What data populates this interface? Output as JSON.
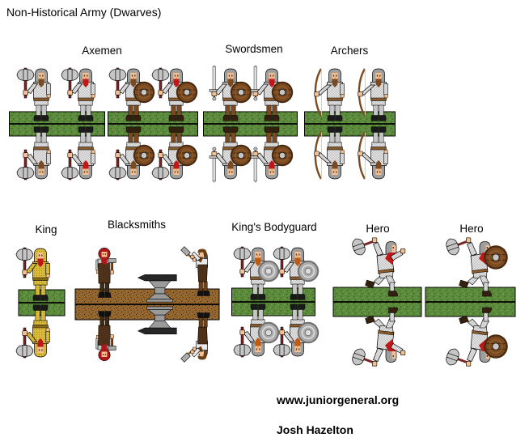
{
  "title": "Non-Historical Army (Dwarves)",
  "units": [
    {
      "key": "axemen",
      "label": "Axemen",
      "stands": 2,
      "figures_per_stand": 2,
      "base": "grass"
    },
    {
      "key": "swordsmen",
      "label": "Swordsmen",
      "stands": 1,
      "figures_per_stand": 2,
      "base": "grass"
    },
    {
      "key": "archers",
      "label": "Archers",
      "stands": 1,
      "figures_per_stand": 2,
      "base": "grass"
    },
    {
      "key": "king",
      "label": "King",
      "stands": 1,
      "figures_per_stand": 1,
      "base": "grass"
    },
    {
      "key": "blacksmiths",
      "label": "Blacksmiths",
      "stands": 1,
      "figures_per_stand": 2,
      "base": "dirt"
    },
    {
      "key": "kings_bodyguard",
      "label": "King's Bodyguard",
      "stands": 1,
      "figures_per_stand": 2,
      "base": "grass"
    },
    {
      "key": "hero_1",
      "label": "Hero",
      "stands": 1,
      "figures_per_stand": 1,
      "base": "grass"
    },
    {
      "key": "hero_2",
      "label": "Hero",
      "stands": 1,
      "figures_per_stand": 1,
      "base": "grass"
    }
  ],
  "footer": {
    "website": "www.juniorgeneral.org",
    "author": "Josh Hazelton"
  },
  "icons": [
    "axe-icon",
    "sword-icon",
    "bow-icon",
    "round-shield-icon",
    "hammer-icon",
    "anvil-icon"
  ],
  "colors": {
    "background": "#ffffff",
    "text": "#000000",
    "grass": "#5b8a3c",
    "grass_light": "#71a24c",
    "grass_dark": "#44672a",
    "dirt": "#96662f",
    "dirt_dark": "#6b4517",
    "dirt_speck": "#2e1c0a",
    "mail_light": "#ececec",
    "mail_dark": "#bdbdbd",
    "hood": "#9e9e9e",
    "skin": "#f4c091",
    "axe_steel": "#c6c6c6",
    "axe_handle": "#7a2424",
    "sword_blade": "#dedede",
    "wood_shield": "#7b4a21",
    "wood_shield_rim": "#45280f",
    "shield_boss": "#c6c6c6",
    "steel_shield": "#ababab",
    "steel_shield_rim": "#6f6f6f",
    "steel_shield_trim": "#dcdcdc",
    "gold": "#dcbe3c",
    "gold_dark": "#a8891f",
    "belt": "#8b5a2b",
    "beard_brown": "#7b4a21",
    "beard_red": "#c01818",
    "beard_orange": "#c05a10",
    "boots_black": "#1a1a1a",
    "boots_brown": "#33200e",
    "pants_brown": "#7b4a21",
    "pants_mail": "#c6c6c6",
    "bow_wood": "#7b4a21",
    "bow_string": "#e6d27a",
    "hair_red": "#b01818",
    "hair_brown": "#6b4018",
    "apron": "#4f3018",
    "shirt_gray": "#c9c9c9",
    "shirt_white": "#e9e9e9",
    "anvil": "#9a9a9a",
    "anvil_top": "#262626"
  }
}
